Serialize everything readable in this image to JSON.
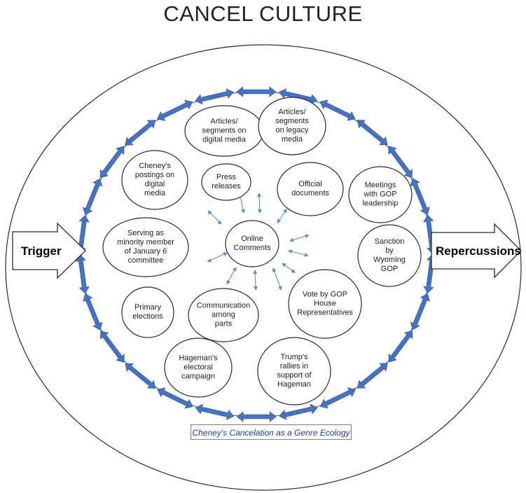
{
  "title": "CANCEL CULTURE",
  "trigger": "Trigger",
  "repercussions": "Repercussions",
  "caption": "Cheney's Cancelation as a Genre Ecology",
  "center": "Online\nComments",
  "nodes": [
    {
      "id": "articles-digital",
      "text": "Articles/\nsegments on\ndigital media"
    },
    {
      "id": "articles-legacy",
      "text": "Articles/\nsegments\non legacy\nmedia"
    },
    {
      "id": "cheney-postings",
      "text": "Cheney's\npostings on\ndigital\nmedia"
    },
    {
      "id": "press-releases",
      "text": "Press\nreleases"
    },
    {
      "id": "official-documents",
      "text": "Official\ndocuments"
    },
    {
      "id": "meetings-gop",
      "text": "Meetings\nwith GOP\nleadership"
    },
    {
      "id": "serving-committee",
      "text": "Serving as\nminority member\nof January 6\ncommittee"
    },
    {
      "id": "sanction-wyoming",
      "text": "Sanction\nby\nWyoming\nGOP"
    },
    {
      "id": "primary-elections",
      "text": "Primary\nelections"
    },
    {
      "id": "communication-parts",
      "text": "Communication\namong\nparts"
    },
    {
      "id": "vote-gop-house",
      "text": "Vote by GOP\nHouse\nRepresentatives"
    },
    {
      "id": "hageman-campaign",
      "text": "Hageman's\nelectoral\ncampaign"
    },
    {
      "id": "trump-rallies",
      "text": "Trump's\nrallies in\nsupport of\nHageman"
    }
  ],
  "colors": {
    "arrow_fill": "#4472c4",
    "arrow_stroke": "#2f528f",
    "ring_line": "#2f528f",
    "outline": "#2b2b2b",
    "small_arrow": "#5b8bd6"
  }
}
